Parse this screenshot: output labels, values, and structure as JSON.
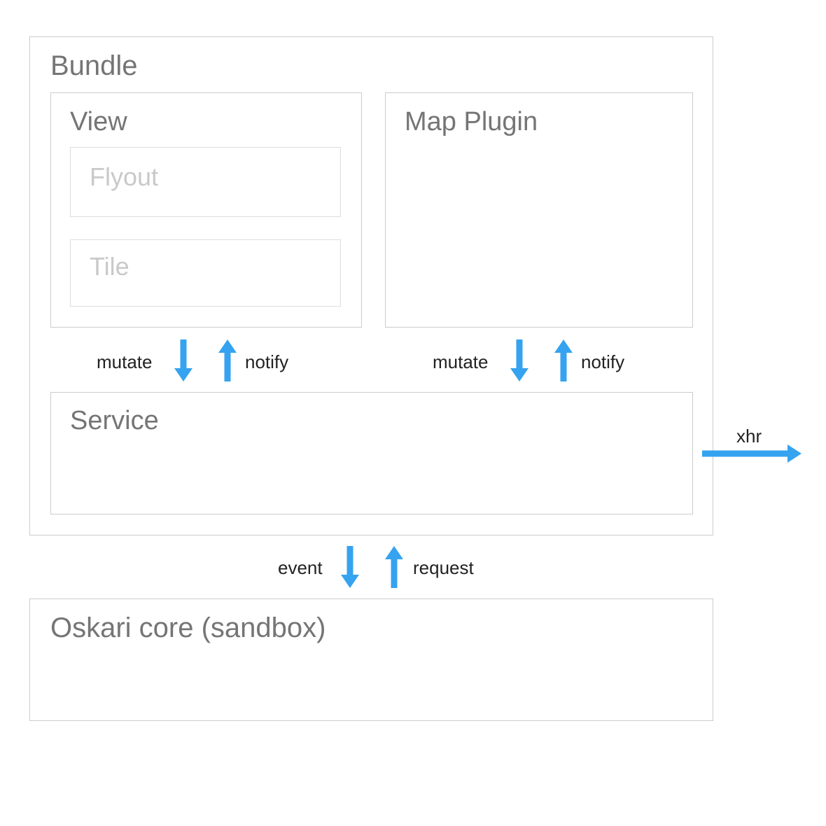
{
  "colors": {
    "arrow": "#35a3ef",
    "border": "#cccccc",
    "border_light": "#dddddd",
    "title_text": "#757575",
    "muted_text": "#c9c9c9",
    "label_text": "#222222"
  },
  "diagram": {
    "bundle": {
      "title": "Bundle"
    },
    "view": {
      "title": "View",
      "flyout_label": "Flyout",
      "tile_label": "Tile"
    },
    "map_plugin": {
      "title": "Map Plugin"
    },
    "service": {
      "title": "Service"
    },
    "core": {
      "title": "Oskari core (sandbox)"
    },
    "arrows": {
      "view_mutate": "mutate",
      "view_notify": "notify",
      "plugin_mutate": "mutate",
      "plugin_notify": "notify",
      "xhr": "xhr",
      "event": "event",
      "request": "request"
    }
  }
}
